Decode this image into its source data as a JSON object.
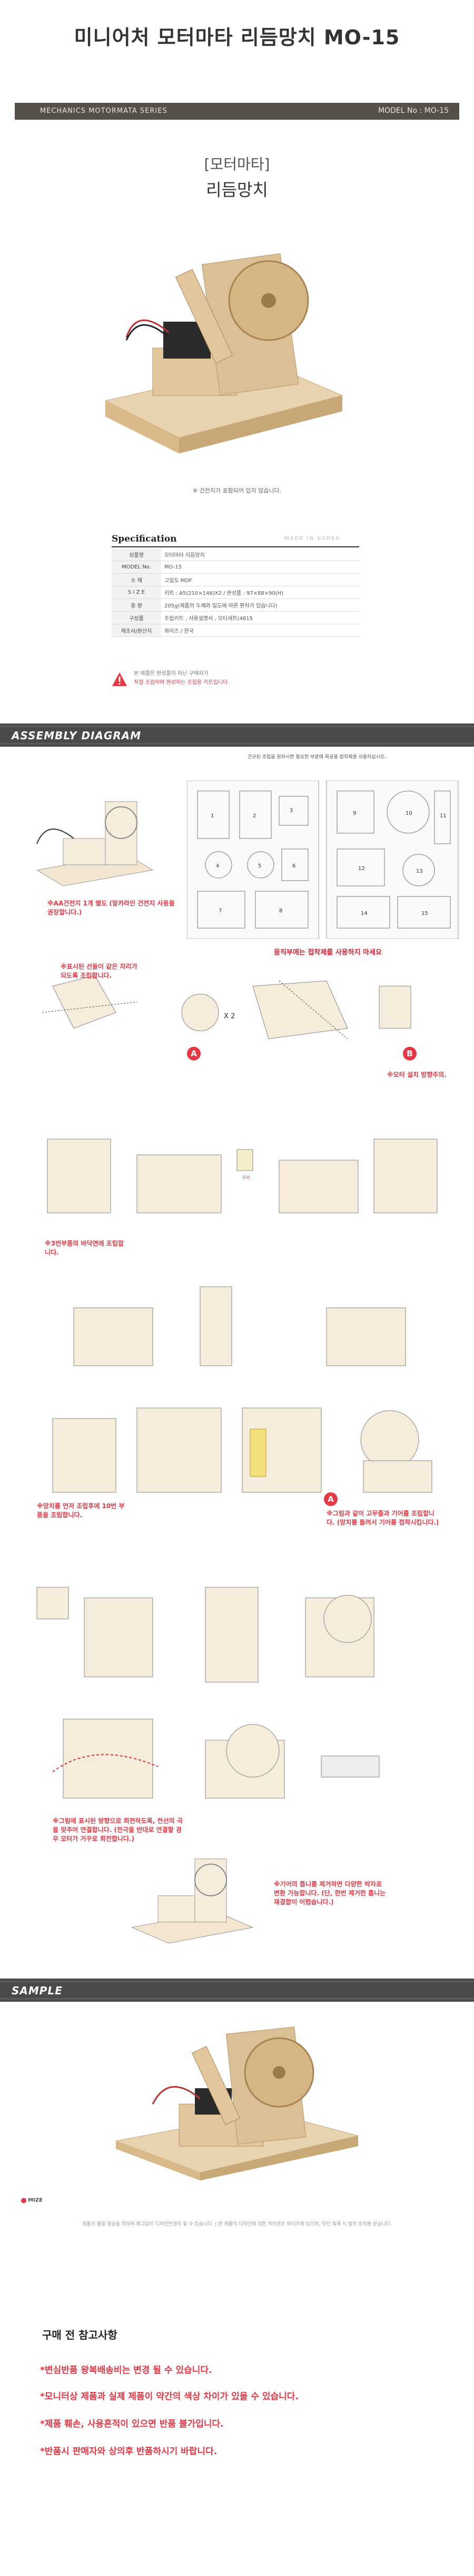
{
  "header": {
    "title": "미니어처 모터마타 리듬망치 MO-15",
    "banner_left": "MECHANICS MOTORMATA SERIES",
    "banner_right": "MODEL No : MO-15"
  },
  "product": {
    "category": "[모터마타]",
    "name": "리듬망치",
    "note": "※ 건전지가 포함되어 있지 않습니다."
  },
  "spec": {
    "heading": "Specification",
    "made_in": "MADE IN KOREA",
    "rows": [
      {
        "k": "상품명",
        "v": "모터마타 리듬망치"
      },
      {
        "k": "MODEL No.",
        "v": "MO-15"
      },
      {
        "k": "소 재",
        "v": "고밀도 MDF"
      },
      {
        "k": "S I Z E",
        "v": "키트 : A5(210×148)X2 / 완성품 : 97×88×90(H)"
      },
      {
        "k": "중 량",
        "v": "205g(제품의 두께와 밀도에 따른 편차가 있습니다)"
      },
      {
        "k": "구성품",
        "v": "조립키트 , 사용설명서 , 모터세트(4815"
      },
      {
        "k": "제조사/원산지",
        "v": "와이즈 / 한국"
      }
    ]
  },
  "caution": {
    "line1": "본 제품은 완성품이 아닌 구매자가",
    "line2": "직접 조립하여 완성하는 조립용 키트입니다."
  },
  "sections": {
    "assembly": "ASSEMBLY DIAGRAM",
    "sample": "SAMPLE"
  },
  "assembly": {
    "sheet_caption": "건규된 조립을 원하시면 필요한 부분에 목공용 접착제를 사용하십시오.",
    "battery_note": "※AA건전지 1개 별도 (알카라인 건전지 사용을 권장합니다.)",
    "glue_note": "움직부에는 접착제를 사용하지 마세요",
    "step1_note": "※표시된 선들이 같은 자리가 되도록 조립합니다.",
    "times2": "X 2",
    "label_a": "A",
    "label_b": "B",
    "motor_dir": "※모터 설치 방향주의.",
    "step3_note": "※3번부품의 바닥면에 조립합니다.",
    "step_first": "※망치를 먼저 조립후에 10번 부품을 조립합니다.",
    "step_gear": "※그림과 같이 고무줄과 기어를 조립합니다. (망치를 돌려서 기어를 접착시킵니다.)",
    "rotate_note": "※그림에 표시된 방향으로 회전하도록, 전선의 극을 맞추어 연결합니다. (전극을 반대로 연결할 경우 모터가 거꾸로 회전합니다.)",
    "final_note": "※기어의 톱니를 제거하면 다양한 박자로 변환 가능합니다. (단, 한번 제거한 톱니는 재결합이 어렵습니다.)",
    "small_label": "주의"
  },
  "footer": {
    "brand": "MIZE",
    "notice": "제품의 품질 향상을 위하여 예고없이 디자인변경이 될 수 있습니다. | 본 제품의 디자인에 대한 저작권은 와이즈에 있으며, 무단 복제 시 법적 조치를 받습니다."
  },
  "precautions": {
    "heading": "구매 전 참고사항",
    "items": [
      "*변심반품 왕복배송비는 변경 될 수 있습니다.",
      "*모니터상 제품과 실제 제품이 약간의 색상 차이가 있을 수 있습니다.",
      "*제품 훼손, 사용흔적이 있으면 반품 불가입니다.",
      "*반품시 판매자와 상의후 반품하시기 바랍니다."
    ]
  },
  "colors": {
    "banner": "#55504a",
    "section": "#4a4a4a",
    "accent_red": "#e63946",
    "wood": "#d9b88a"
  }
}
